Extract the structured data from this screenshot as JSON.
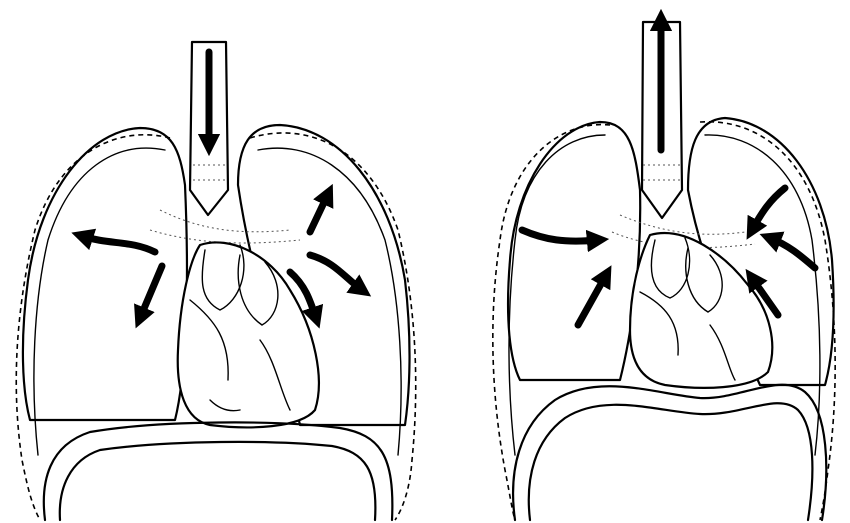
{
  "figure": {
    "panels": [
      {
        "id": "inhalation",
        "arrow_count": 5
      },
      {
        "id": "exhalation",
        "arrow_count": 5
      }
    ],
    "arrow_color": "#000000",
    "line_color": "#000000",
    "background": "#ffffff"
  }
}
